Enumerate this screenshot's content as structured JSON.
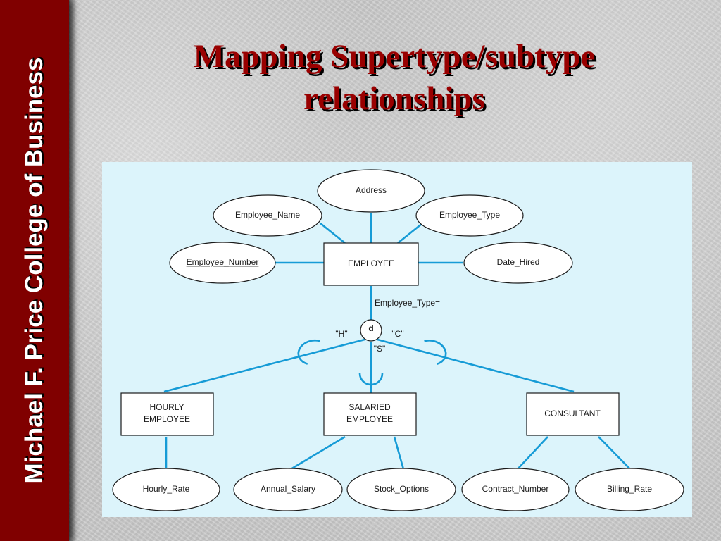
{
  "slide": {
    "sidebar_text": "Michael F. Price College of Business",
    "title_line1": "Mapping Supertype/subtype",
    "title_line2": "relationships"
  },
  "diagram": {
    "supertype": {
      "label": "EMPLOYEE"
    },
    "supertype_attributes": [
      {
        "id": "employee-number",
        "label": "Employee_Number",
        "identifier": true
      },
      {
        "id": "employee-name",
        "label": "Employee_Name",
        "identifier": false
      },
      {
        "id": "address",
        "label": "Address",
        "identifier": false
      },
      {
        "id": "employee-type",
        "label": "Employee_Type",
        "identifier": false
      },
      {
        "id": "date-hired",
        "label": "Date_Hired",
        "identifier": false
      }
    ],
    "discriminator": {
      "label": "Employee_Type="
    },
    "disjoint_symbol": "d",
    "subtype_values": {
      "hourly": "\"H\"",
      "salaried": "\"S\"",
      "consultant": "\"C\""
    },
    "subtypes": [
      {
        "id": "hourly",
        "line1": "HOURLY",
        "line2": "EMPLOYEE",
        "attributes": [
          "Hourly_Rate"
        ]
      },
      {
        "id": "salaried",
        "line1": "SALARIED",
        "line2": "EMPLOYEE",
        "attributes": [
          "Annual_Salary",
          "Stock_Options"
        ]
      },
      {
        "id": "consultant",
        "line1": "CONSULTANT",
        "line2": "",
        "attributes": [
          "Contract_Number",
          "Billing_Rate"
        ]
      }
    ]
  },
  "colors": {
    "sidebar": "#800000",
    "title": "#990000",
    "diagram_background": "#dcf4fb",
    "connector": "#169bd6"
  }
}
